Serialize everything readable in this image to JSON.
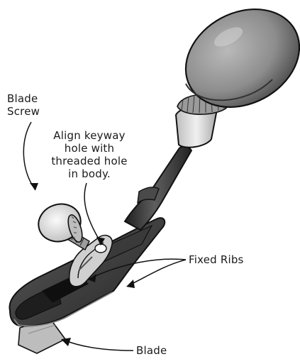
{
  "labels": {
    "blade_screw": [
      "Blade",
      "Screw"
    ],
    "keyway_note": [
      "Align keyway",
      "hole with",
      "threaded hole",
      "in body."
    ],
    "fixed_ribs": "Fixed Ribs",
    "blade": "Blade"
  },
  "colors": {
    "body": "#2e2e2e",
    "body_highlight": "#6f6f6f",
    "knob": "#8d8d8d",
    "ferrule": "#d6d6d6",
    "screw_head": "#e6e6e6",
    "blade": "#bdbdbd",
    "outline": "#111111"
  }
}
